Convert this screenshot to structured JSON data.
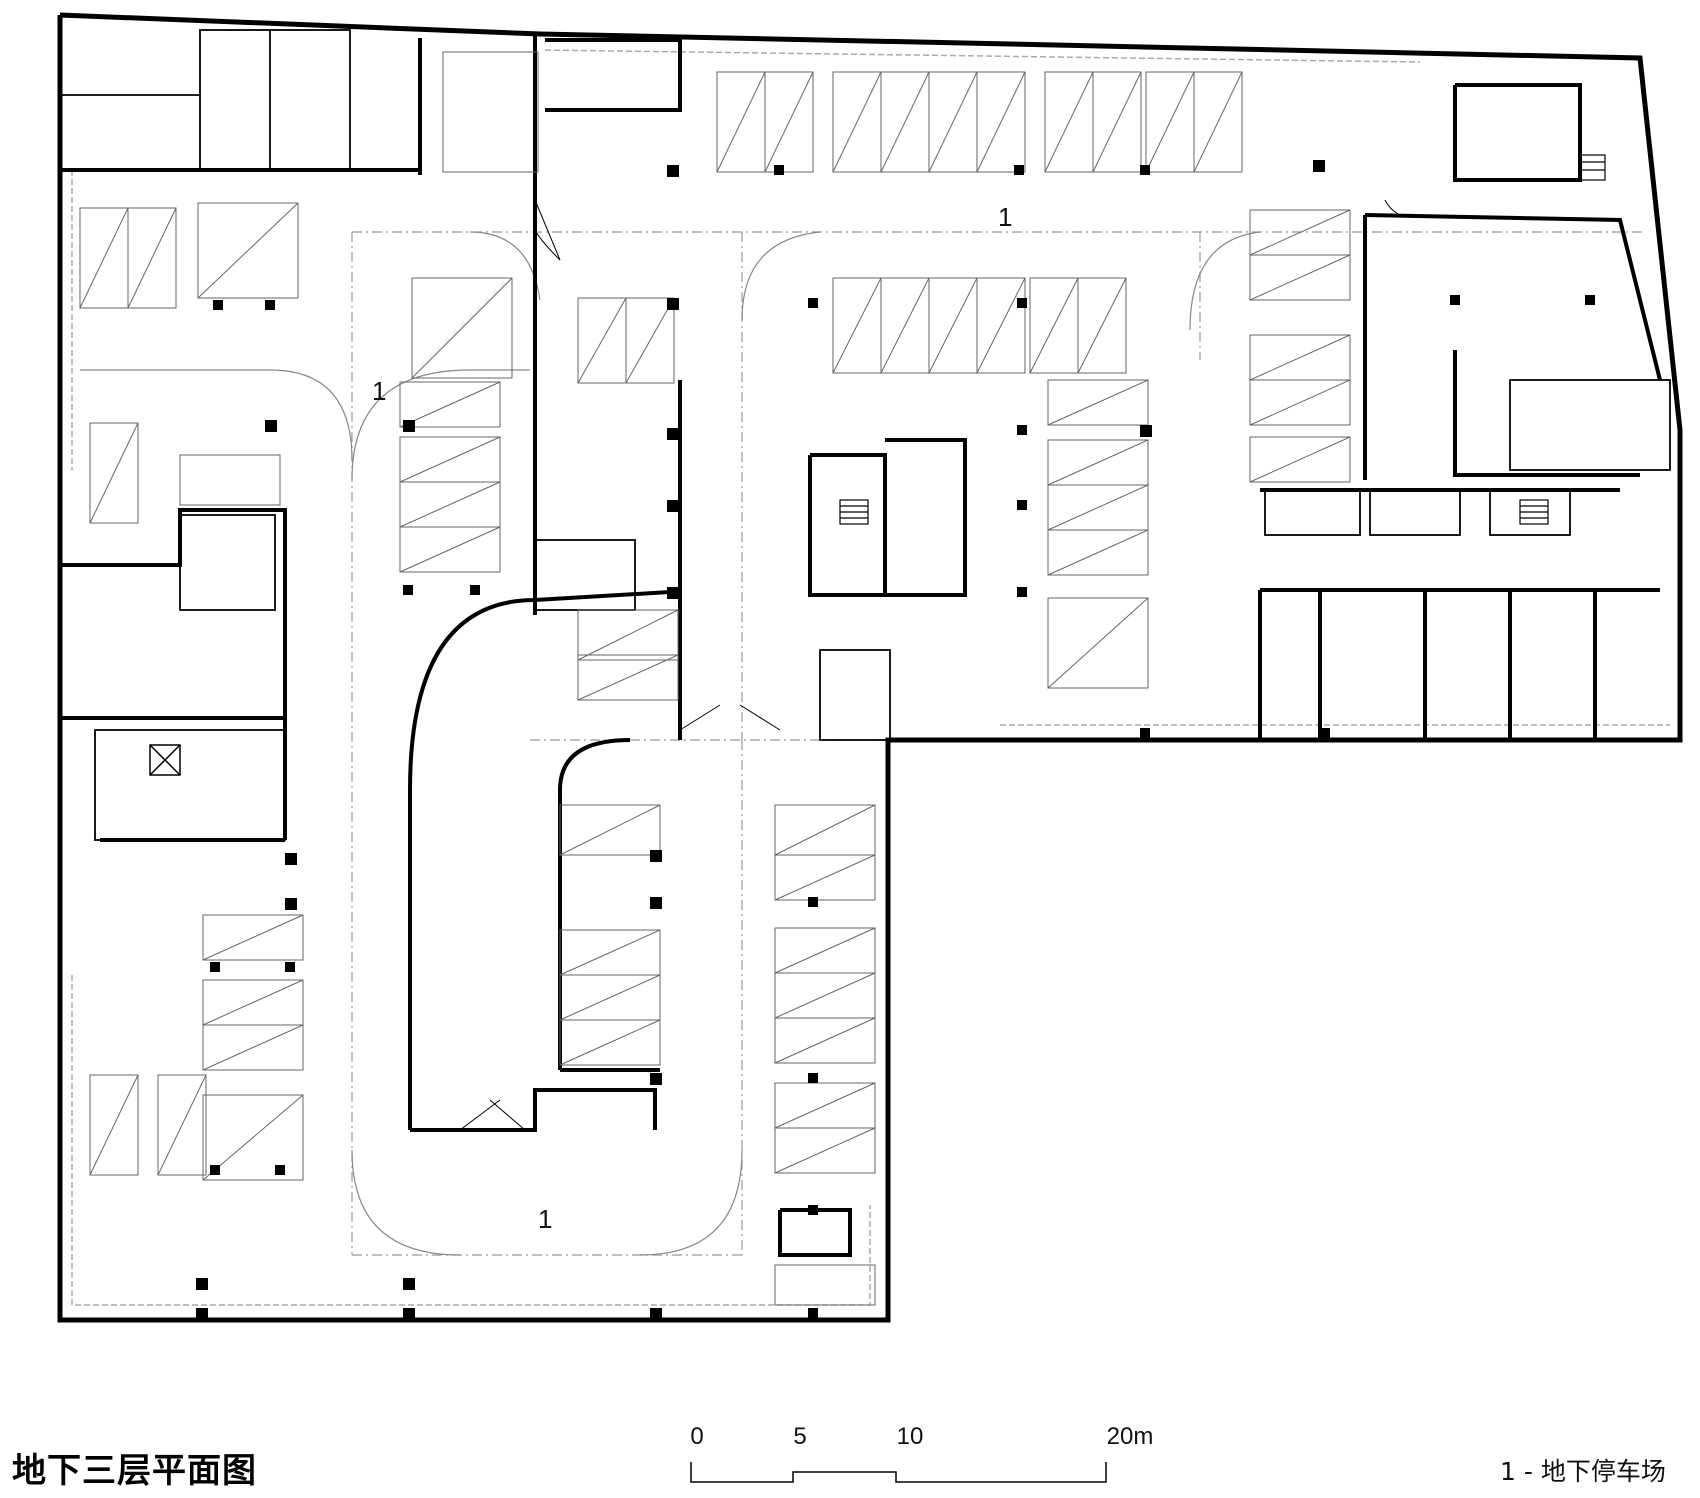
{
  "title": "地下三层平面图",
  "legend": {
    "items": [
      {
        "key": "1",
        "label": "1 - 地下停车场"
      }
    ]
  },
  "area_labels": [
    "1",
    "1",
    "1"
  ],
  "scale_bar": {
    "ticks": [
      "0",
      "5",
      "10",
      "20m"
    ]
  },
  "colors": {
    "wall": "#000000",
    "line": "#888888",
    "background": "#ffffff"
  },
  "icons": [
    "stair-icon",
    "elevator-icon",
    "door-swing-icon",
    "column-icon",
    "parking-space-icon"
  ]
}
